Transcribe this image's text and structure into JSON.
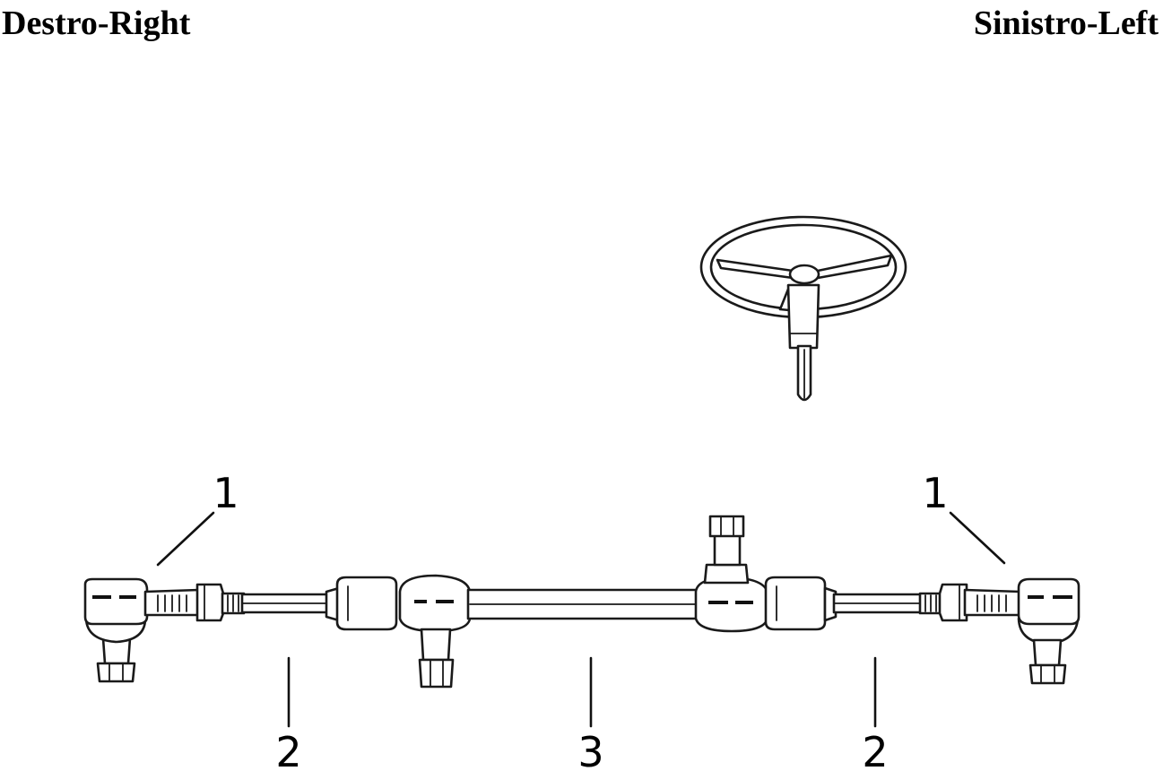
{
  "header": {
    "right_side_label": "Destro-Right",
    "left_side_label": "Sinistro-Left"
  },
  "callouts": {
    "tie_rod_end_left": "1",
    "tie_rod_end_right": "1",
    "adjusting_tube_left": "2",
    "adjusting_tube_right": "2",
    "center_link": "3"
  },
  "colors": {
    "ink": "#1a1a1a",
    "background": "#ffffff"
  }
}
